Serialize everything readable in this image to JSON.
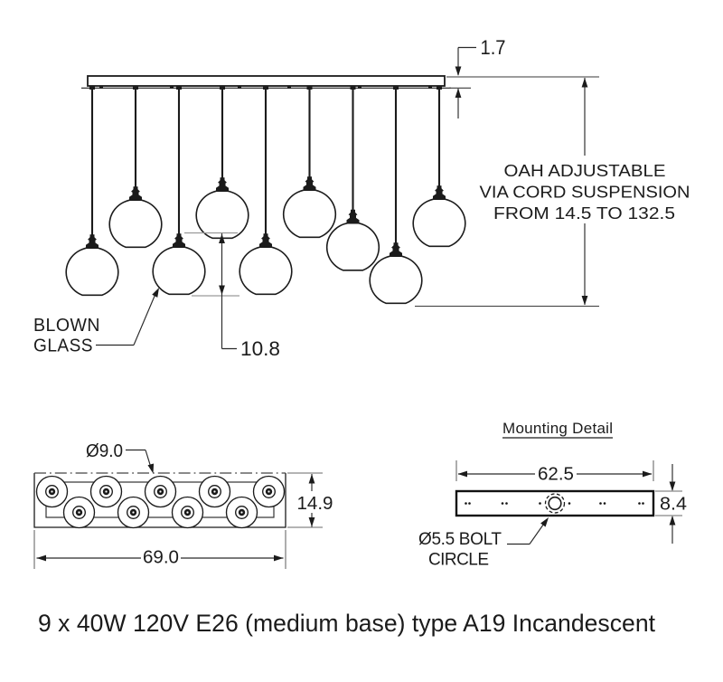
{
  "front": {
    "canopy_thickness_label": "1.7",
    "oah_note_line1": "OAH ADJUSTABLE",
    "oah_note_line2": "VIA CORD SUSPENSION",
    "oah_note_line3": "FROM 14.5 TO 132.5",
    "material_label_line1": "BLOWN",
    "material_label_line2": "GLASS",
    "globe_stagger_label": "10.8"
  },
  "plan": {
    "globe_diameter_label": "Ø9.0",
    "depth_label": "14.9",
    "width_label": "69.0"
  },
  "mounting": {
    "title": "Mounting Detail",
    "width_label": "62.5",
    "height_label": "8.4",
    "bolt_label_line1": "Ø5.5 BOLT",
    "bolt_label_line2": "CIRCLE"
  },
  "caption": "9 x 40W 120V E26 (medium base) type A19 Incandescent",
  "colors": {
    "line": "#1b1b1b",
    "extension_line": "#6a6a6a",
    "light_extension_line": "#9a9a9a",
    "background": "#ffffff"
  }
}
